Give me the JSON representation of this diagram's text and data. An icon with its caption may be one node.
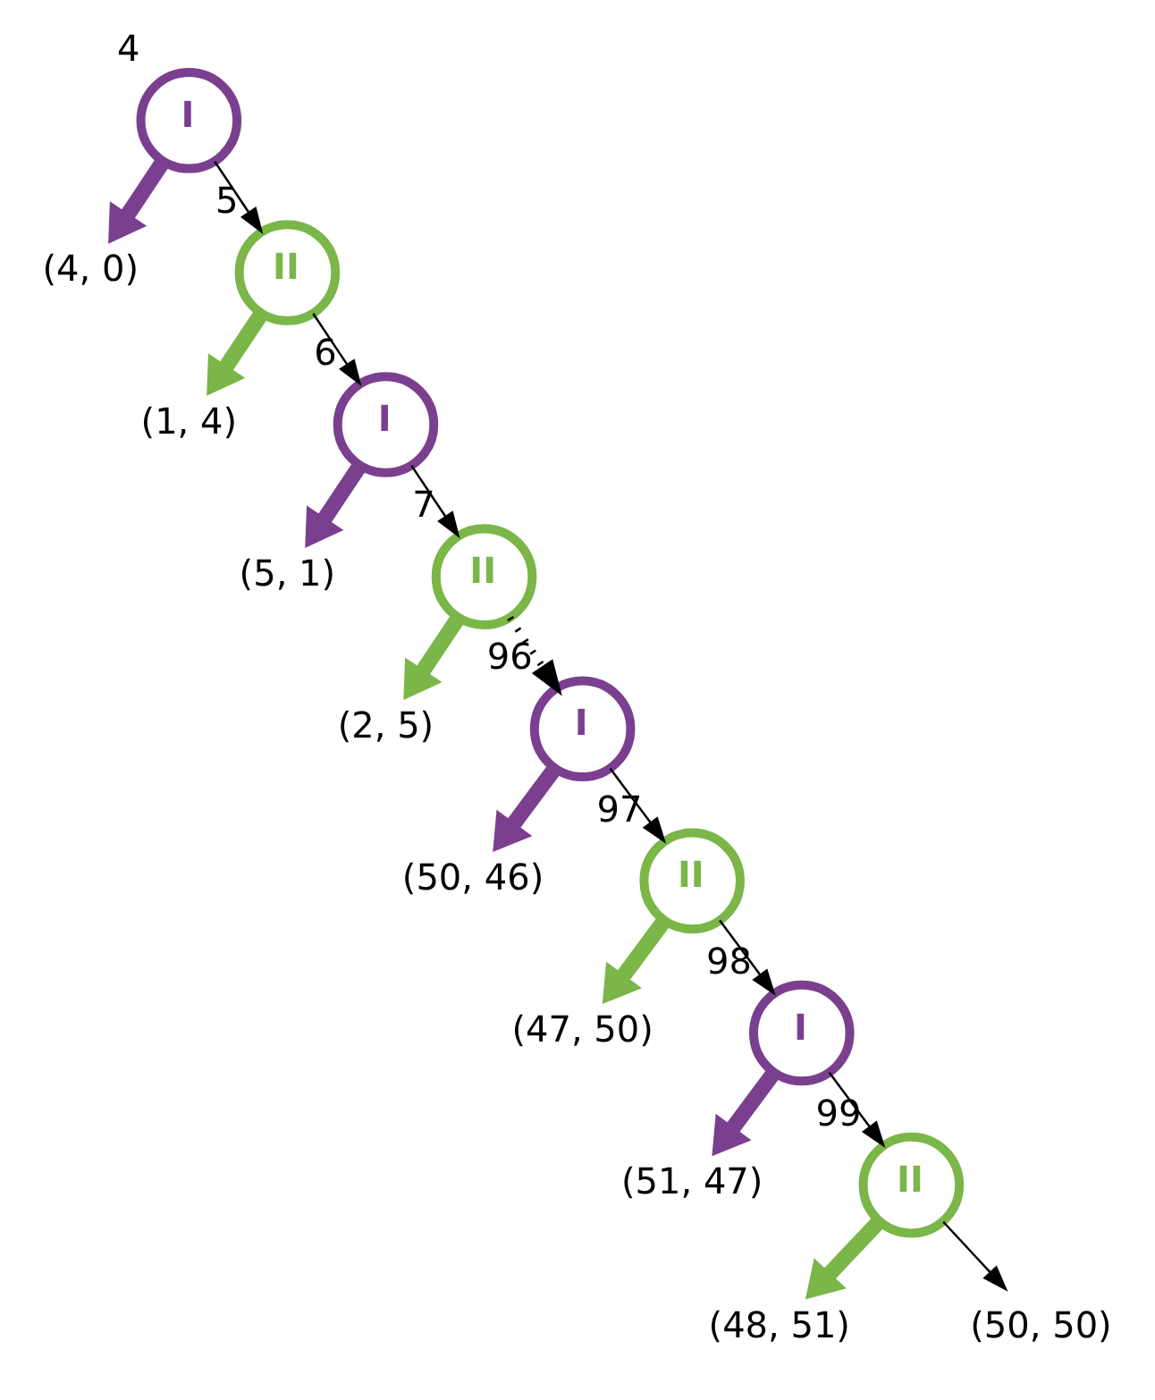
{
  "diagram": {
    "nodes": [
      {
        "text": [
          "I"
        ],
        "beside": [
          "4"
        ]
      },
      {
        "text": [
          "(4, 0)"
        ]
      },
      {
        "text": [
          "II"
        ],
        "beside": [
          "5"
        ]
      },
      {
        "text": [
          "(1, 4)"
        ]
      },
      {
        "text": [
          "I"
        ],
        "beside": [
          "6"
        ]
      },
      {
        "text": [
          "(5, 1)"
        ]
      },
      {
        "text": [
          "II"
        ],
        "beside": [
          "7"
        ]
      },
      {
        "text": [
          "(2, 5)"
        ]
      },
      {
        "text": [
          "I"
        ],
        "beside": [
          "96"
        ]
      },
      {
        "text": [
          "(50, 46)"
        ]
      },
      {
        "text": [
          "II"
        ],
        "beside": [
          "97"
        ]
      },
      {
        "text": [
          "(47, 50)"
        ]
      },
      {
        "text": [
          "I"
        ],
        "beside": [
          "98"
        ]
      },
      {
        "text": [
          "(51, 47)"
        ]
      },
      {
        "text": [
          "II"
        ],
        "beside": [
          "99"
        ]
      },
      {
        "text": [
          "(48, 51)"
        ]
      },
      {
        "text": [
          "(50, 50)"
        ]
      }
    ],
    "edges": [
      {
        "from": 0,
        "to": 1,
        "arrow": "to",
        "style": "thick",
        "color": "#7b3f8f"
      },
      {
        "from": 0,
        "to": 2,
        "arrow": "to"
      },
      {
        "from": 2,
        "to": 3,
        "arrow": "to",
        "style": "thick",
        "color": "#7ab648"
      },
      {
        "from": 2,
        "to": 4,
        "arrow": "to"
      },
      {
        "from": 4,
        "to": 5,
        "arrow": "to",
        "style": "thick",
        "color": "#7b3f8f"
      },
      {
        "from": 4,
        "to": 6,
        "arrow": "to"
      },
      {
        "from": 6,
        "to": 7,
        "arrow": "to",
        "style": "thick",
        "color": "#7ab648"
      },
      {
        "from": 6,
        "to": 8,
        "arrow": "to",
        "style": "dashed"
      },
      {
        "from": 8,
        "to": 9,
        "arrow": "to",
        "style": "thick",
        "color": "#7b3f8f"
      },
      {
        "from": 8,
        "to": 10,
        "arrow": "to"
      },
      {
        "from": 10,
        "to": 11,
        "arrow": "to",
        "style": "thick",
        "color": "#7ab648"
      },
      {
        "from": 10,
        "to": 12,
        "arrow": "to"
      },
      {
        "from": 12,
        "to": 13,
        "arrow": "to",
        "style": "thick",
        "color": "#7b3f8f"
      },
      {
        "from": 12,
        "to": 14,
        "arrow": "to"
      },
      {
        "from": 14,
        "to": 15,
        "arrow": "to",
        "style": "thick",
        "color": "#7ab648"
      },
      {
        "from": 14,
        "to": 16,
        "arrow": "to"
      }
    ]
  }
}
